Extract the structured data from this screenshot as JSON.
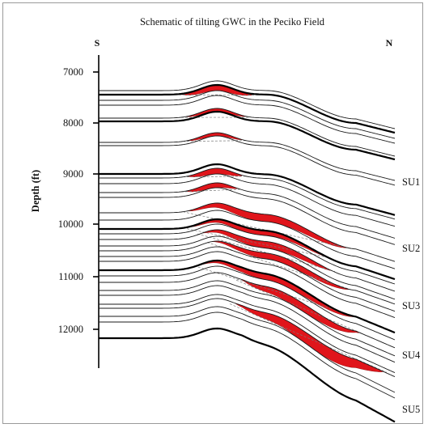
{
  "title": "Schematic of tilting GWC in the Peciko Field",
  "directions": {
    "left": "S",
    "right": "N"
  },
  "axis": {
    "label": "Depth (ft)",
    "ticks": [
      "7000",
      "8000",
      "9000",
      "10000",
      "11000",
      "12000"
    ]
  },
  "units": [
    "SU1",
    "SU2",
    "SU3",
    "SU4",
    "SU5"
  ],
  "colors": {
    "gas": "#e0151b",
    "horizon": "#000000",
    "gwc_line": "#7a7a7a"
  }
}
